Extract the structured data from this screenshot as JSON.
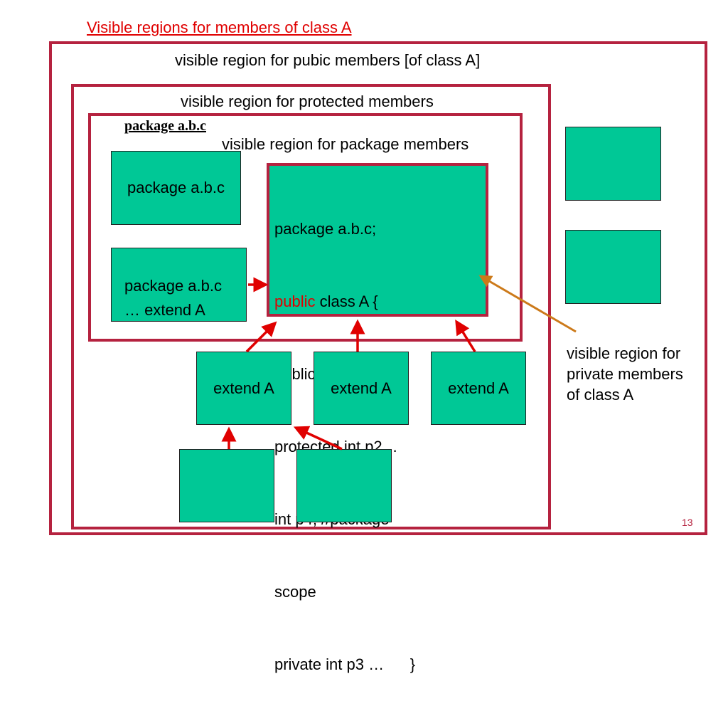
{
  "title": "Visible regions for members of class A",
  "regions": {
    "public_label": "visible region for pubic members [of class A]",
    "protected_label": "visible region for protected members",
    "package_tag": "package a.b.c",
    "package_label": "visible region for package members"
  },
  "boxes": {
    "pkg_box_1": "package a.b.c",
    "pkg_box_2_line1": "package a.b.c",
    "pkg_box_2_line2": "… extend A",
    "extend_1": "extend A",
    "extend_2": "extend A",
    "extend_3": "extend A"
  },
  "class_a": {
    "line1": "package a.b.c;",
    "line2_keyword": "public",
    "line2_rest": " class A {",
    "line3": "public int p1…",
    "line4": "protected int p2…",
    "line5": "int p4; //package",
    "line6": "scope",
    "line7": "private int p3 …      }"
  },
  "private_label": {
    "line1": "visible region for",
    "line2": "private members",
    "line3": "of class A"
  },
  "page_number": "13",
  "colors": {
    "region_border": "#b5223f",
    "box_fill": "#00c896",
    "title_red": "#e00000",
    "arrow_red": "#e00000",
    "pointer_orange": "#cc7a1a"
  }
}
